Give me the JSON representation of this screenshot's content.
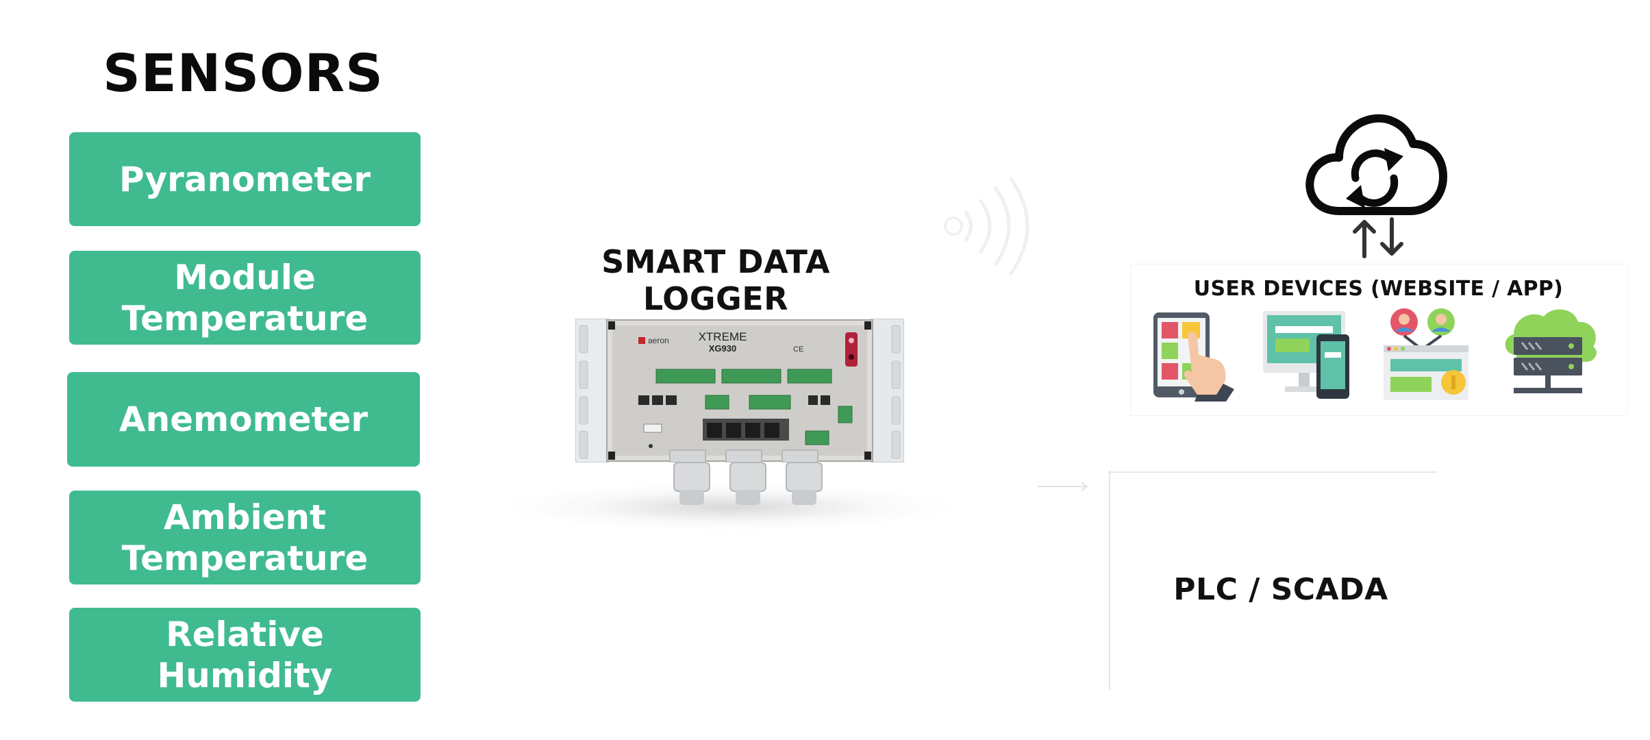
{
  "sensors": {
    "title": "SENSORS",
    "items": [
      {
        "lines": [
          "Pyranometer"
        ]
      },
      {
        "lines": [
          "Module",
          "Temperature"
        ]
      },
      {
        "lines": [
          "Anemometer"
        ]
      },
      {
        "lines": [
          "Ambient",
          "Temperature"
        ]
      },
      {
        "lines": [
          "Relative Humidity"
        ]
      }
    ]
  },
  "logger": {
    "title": "SMART DATA LOGGER",
    "brand": "aeron",
    "model_name": "XTREME",
    "model_code": "XG930",
    "cert_mark": "CE"
  },
  "cloud": {
    "icon": "cloud-sync-icon",
    "arrows_icon": "up-down-arrows-icon"
  },
  "user_devices": {
    "title": "USER DEVICES (WEBSITE / APP)",
    "icons": [
      "tablet-touch-icon",
      "desktop-mobile-icon",
      "users-network-icon",
      "server-cloud-icon"
    ]
  },
  "plc": {
    "title": "PLC / SCADA"
  },
  "colors": {
    "sensor_box": "#3fbb8f",
    "title_text": "#0b0b0b",
    "white": "#ffffff"
  }
}
